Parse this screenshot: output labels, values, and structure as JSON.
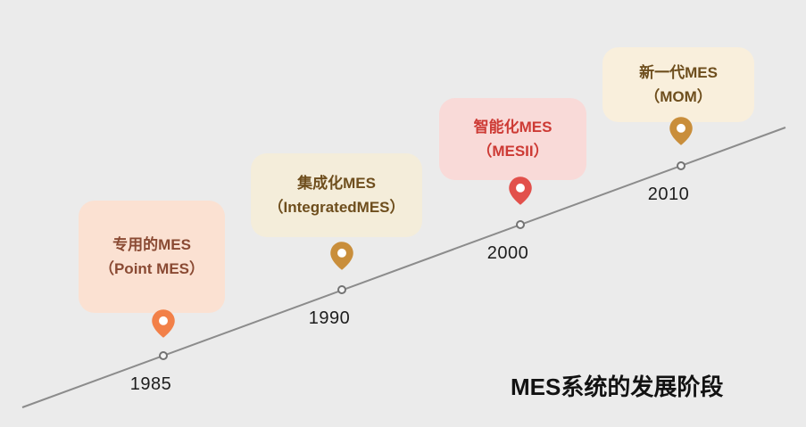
{
  "title": "MES系统的发展阶段",
  "canvas_bg": "#ebebeb",
  "line_color": "#8c8c8c",
  "milestones": [
    {
      "year": "1985",
      "title": "专用的MES",
      "subtitle": "（Point MES）",
      "card_bg": "#fbe1d2",
      "text_color": "#8a4a33",
      "pin_color": "#f28048"
    },
    {
      "year": "1990",
      "title": "集成化MES",
      "subtitle": "（IntegratedMES）",
      "card_bg": "#f4edda",
      "text_color": "#6e4e1d",
      "pin_color": "#c98e3b"
    },
    {
      "year": "2000",
      "title": "智能化MES",
      "subtitle": "（MESII）",
      "card_bg": "#f9dad8",
      "text_color": "#cd3a34",
      "pin_color": "#e2504b"
    },
    {
      "year": "2010",
      "title": "新一代MES",
      "subtitle": "（MOM）",
      "card_bg": "#f9efdc",
      "text_color": "#6e4e1d",
      "pin_color": "#c98e3b"
    }
  ]
}
